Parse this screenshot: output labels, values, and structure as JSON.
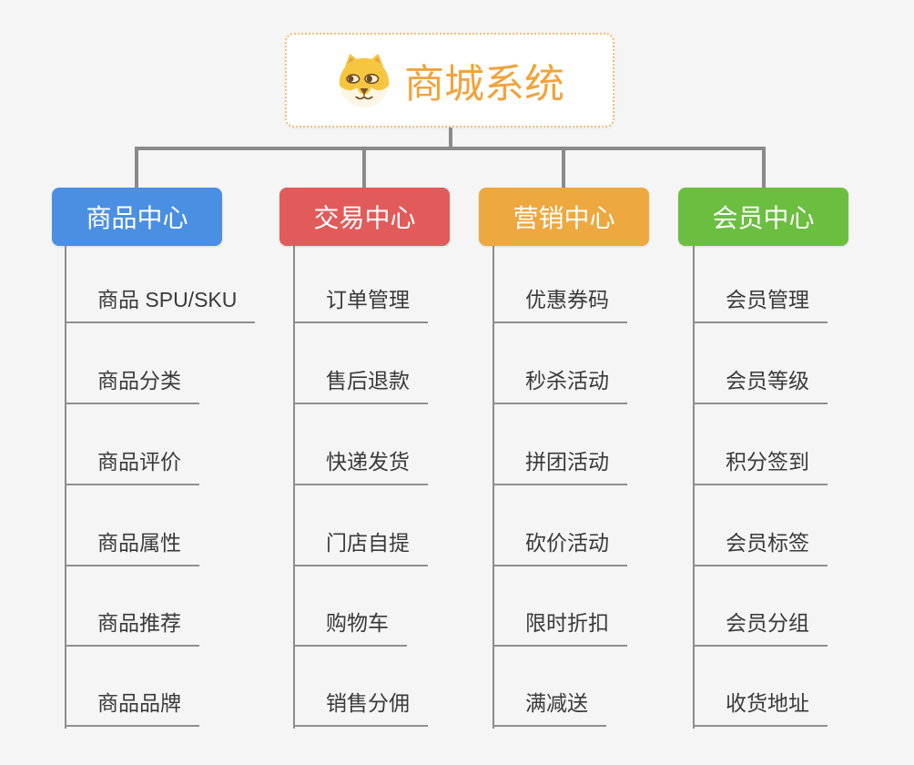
{
  "root": {
    "title": "商城系统",
    "icon": "dog-face-icon",
    "title_color": "#f2a33c",
    "border_color": "#f2bd72"
  },
  "branches": [
    {
      "label": "商品中心",
      "color": "#4a8fe2",
      "items": [
        "商品 SPU/SKU",
        "商品分类",
        "商品评价",
        "商品属性",
        "商品推荐",
        "商品品牌"
      ]
    },
    {
      "label": "交易中心",
      "color": "#e25b5b",
      "items": [
        "订单管理",
        "售后退款",
        "快递发货",
        "门店自提",
        "购物车",
        "销售分佣"
      ]
    },
    {
      "label": "营销中心",
      "color": "#eda83f",
      "items": [
        "优惠券码",
        "秒杀活动",
        "拼团活动",
        "砍价活动",
        "限时折扣",
        "满减送"
      ]
    },
    {
      "label": "会员中心",
      "color": "#6cbe41",
      "items": [
        "会员管理",
        "会员等级",
        "积分签到",
        "会员标签",
        "会员分组",
        "收货地址"
      ]
    }
  ],
  "colors": {
    "background": "#f5f5f5",
    "connector": "#8a8a8a",
    "leaf_line": "#8f8f8f",
    "leaf_text": "#3a3a3a"
  }
}
